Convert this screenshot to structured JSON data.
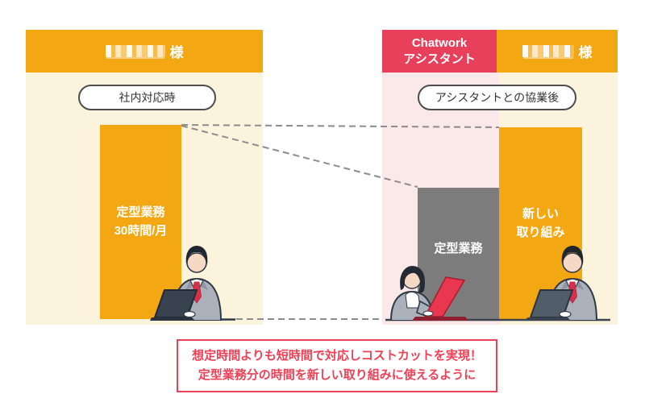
{
  "left": {
    "header": {
      "masked": true,
      "suffix": "様"
    },
    "scenario_pill": "社内対応時",
    "bar": {
      "line1": "定型業務",
      "line2": "30時間/月"
    }
  },
  "right": {
    "assistant_header": {
      "line1": "Chatwork",
      "line2": "アシスタント"
    },
    "company_header": {
      "masked": true,
      "suffix": "様"
    },
    "scenario_pill": "アシスタントとの協業後",
    "routine_bar": {
      "label": "定型業務"
    },
    "new_bar": {
      "line1": "新しい",
      "line2": "取り組み"
    }
  },
  "callout": {
    "line1": "想定時間よりも短時間で対応しコストカットを実現！",
    "line2": "定型業務分の時間を新しい取り組みに使えるように"
  },
  "colors": {
    "orange": "#F3A712",
    "cream": "#FCF3DC",
    "pink": "#FAE9E8",
    "red": "#E83F5B",
    "accent_red": "#EE4056",
    "gray_bar": "#7C7C7C"
  }
}
